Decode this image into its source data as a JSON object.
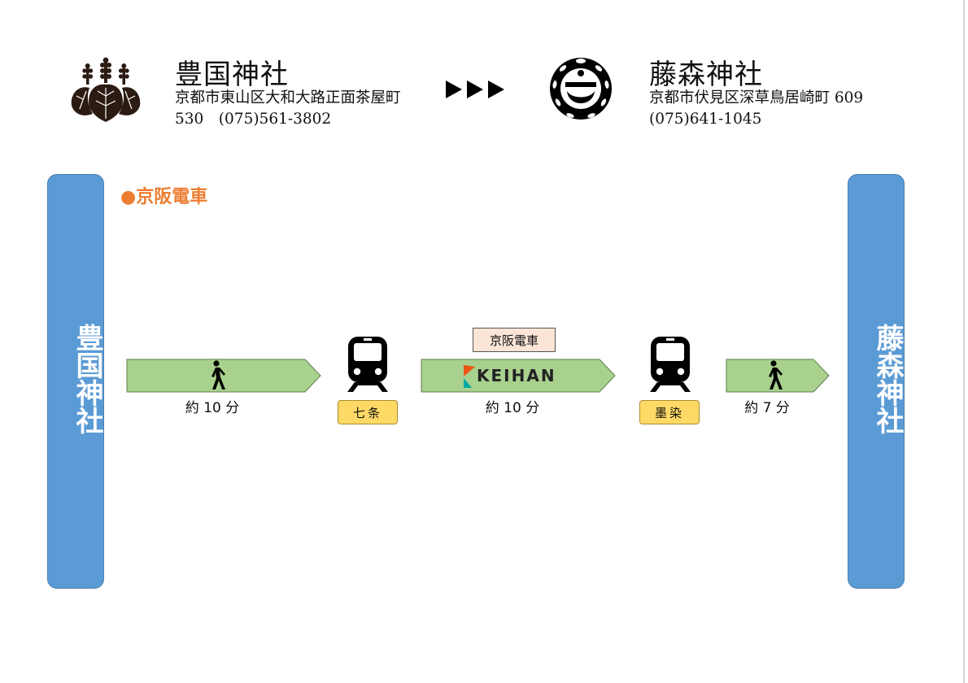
{
  "origin": {
    "name": "豊国神社",
    "address_line1": "京都市東山区大和大路正面茶屋町",
    "address_line2": "530　(075)561-3802",
    "vertical_label": "豊国神社"
  },
  "destination": {
    "name": "藤森神社",
    "address_line1": "京都市伏見区深草鳥居崎町 609",
    "address_line2": "(075)641-1045",
    "vertical_label": "藤森神社"
  },
  "route_section_label": "●京阪電車",
  "legs": [
    {
      "mode": "walk",
      "icon": "walking-person-icon",
      "duration": "約 10 分"
    },
    {
      "mode": "train",
      "icon": "keihan-logo",
      "line": "京阪電車",
      "logo_text": "KEIHAN",
      "duration": "約 10 分"
    },
    {
      "mode": "walk",
      "icon": "walking-person-icon",
      "duration": "約 7 分"
    }
  ],
  "stations": [
    {
      "name": "七条",
      "icon": "train-icon"
    },
    {
      "name": "墨染",
      "icon": "train-icon"
    }
  ],
  "colors": {
    "sidebar": "#5b9bd5",
    "leg_fill": "#a9d18e",
    "station_fill": "#ffd966",
    "line_label_fill": "#fbe5d6",
    "section_label": "#ed7d31",
    "keihan_orange": "#ea5514",
    "keihan_teal": "#00a9a4"
  }
}
